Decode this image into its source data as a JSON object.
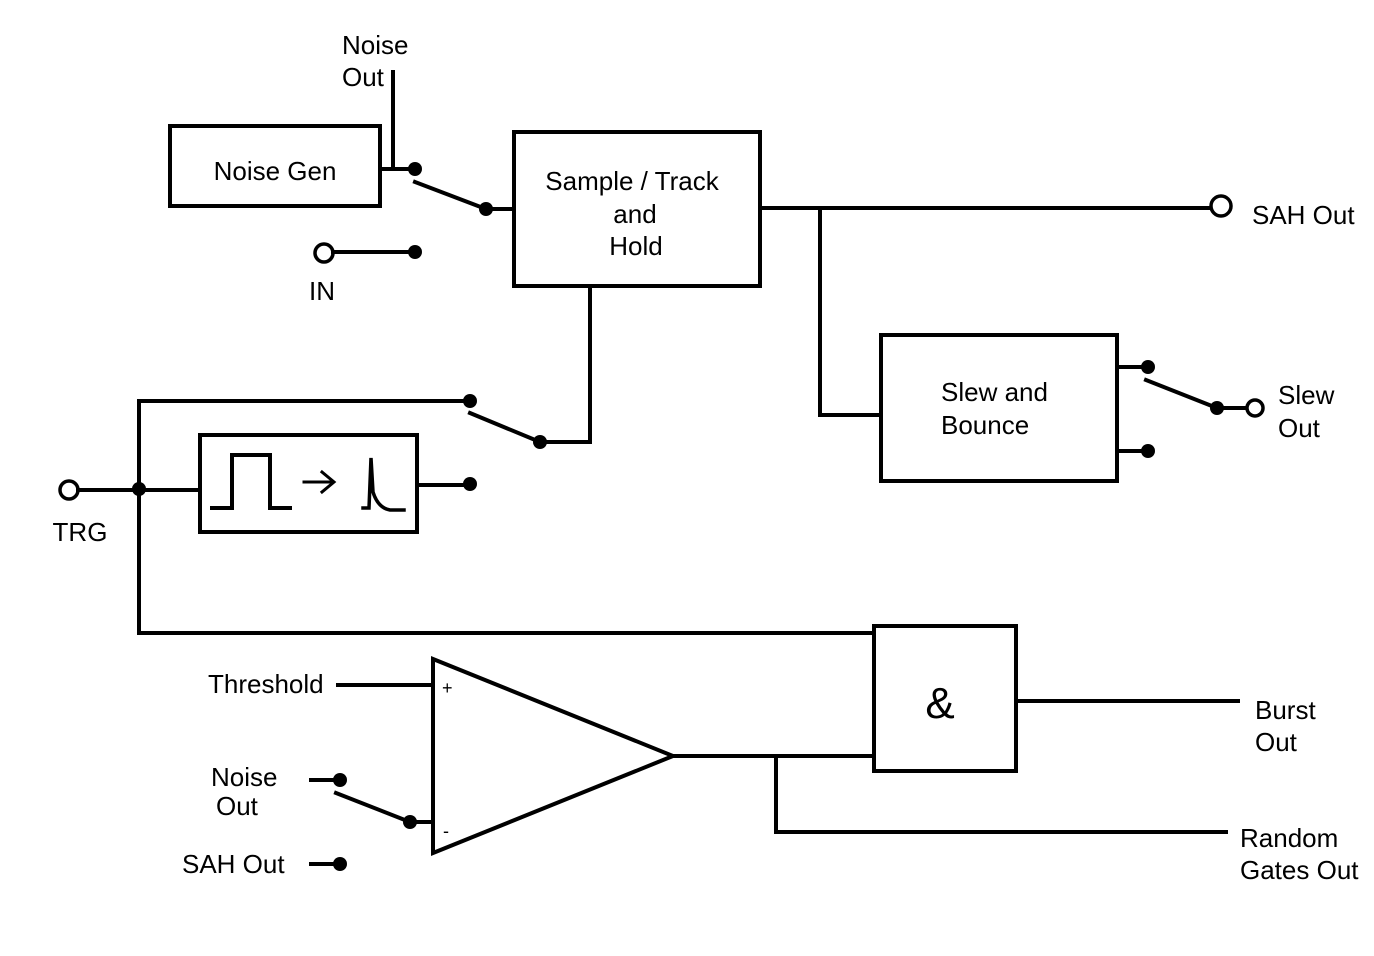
{
  "labels": {
    "noise_out_top": [
      "Noise",
      "Out"
    ],
    "noise_gen": "Noise Gen",
    "in": "IN",
    "sah_block": [
      "Sample / Track",
      "and",
      "Hold"
    ],
    "sah_out": "SAH Out",
    "slew_block": [
      "Slew and",
      "Bounce"
    ],
    "slew_out": [
      "Slew",
      "Out"
    ],
    "trg": "TRG",
    "threshold": "Threshold",
    "noise_out_bottom": [
      "Noise",
      "Out"
    ],
    "sah_out_bottom": "SAH Out",
    "and_gate": "&",
    "plus": "+",
    "minus": "-",
    "burst_out": [
      "Burst",
      "Out"
    ],
    "random_gates_out": [
      "Random",
      "Gates Out"
    ]
  }
}
